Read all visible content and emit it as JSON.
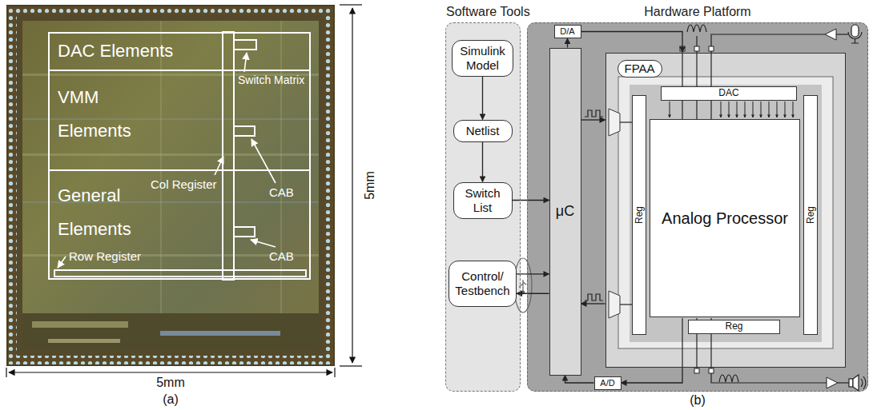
{
  "diagram": {
    "nodes": [
      {
        "text": [
          "DAC Elements"
        ]
      },
      {
        "text": [
          "VMM Elements"
        ]
      },
      {
        "text": [
          "General Elements"
        ]
      },
      {
        "text": [
          "Software Tools"
        ]
      },
      {
        "text": [
          "Simulink Model"
        ],
        "in": 3
      },
      {
        "text": [
          "Netlist"
        ],
        "in": 3
      },
      {
        "text": [
          "Switch List"
        ],
        "in": 3
      },
      {
        "text": [
          "Control/ Testbench"
        ],
        "in": 3
      },
      {
        "text": [
          "Hardware Platform"
        ]
      },
      {
        "text": [
          "D/A"
        ],
        "in": 8
      },
      {
        "text": [
          "μC"
        ],
        "in": 8
      },
      {
        "text": [
          "FPAA"
        ],
        "in": 8
      },
      {
        "text": [
          "DAC"
        ],
        "in": 11
      },
      {
        "text": [
          "Reg"
        ],
        "in": 11
      },
      {
        "text": [
          "Analog Processor"
        ],
        "in": 11
      },
      {
        "text": [
          "Reg"
        ],
        "in": 11
      },
      {
        "text": [
          "Reg"
        ],
        "in": 11
      },
      {
        "text": [
          "A/D"
        ],
        "in": 8
      }
    ],
    "edges": [
      {
        "from": 4,
        "to": 5,
        "arrow": "to"
      },
      {
        "from": 5,
        "to": 6,
        "arrow": "to"
      },
      {
        "from": 6,
        "to": 10,
        "arrow": "to"
      },
      {
        "from": 7,
        "to": 10,
        "arrow": "to"
      },
      {
        "from": 10,
        "to": 7,
        "arrow": "to"
      },
      {
        "from": 10,
        "to": 9,
        "arrow": "to"
      },
      {
        "from": 9,
        "to": 11,
        "arrow": "to"
      },
      {
        "from": 10,
        "to": 11,
        "arrow": "to"
      },
      {
        "from": 11,
        "to": 10,
        "arrow": "to"
      },
      {
        "from": 11,
        "to": 17,
        "arrow": "to"
      },
      {
        "from": 17,
        "to": 10,
        "arrow": "to"
      }
    ],
    "labels": [
      "Switch Matrix",
      "Col Register",
      "CAB",
      "CAB",
      "Row Register",
      "5mm",
      "5mm",
      "(a)",
      "(b)"
    ]
  }
}
